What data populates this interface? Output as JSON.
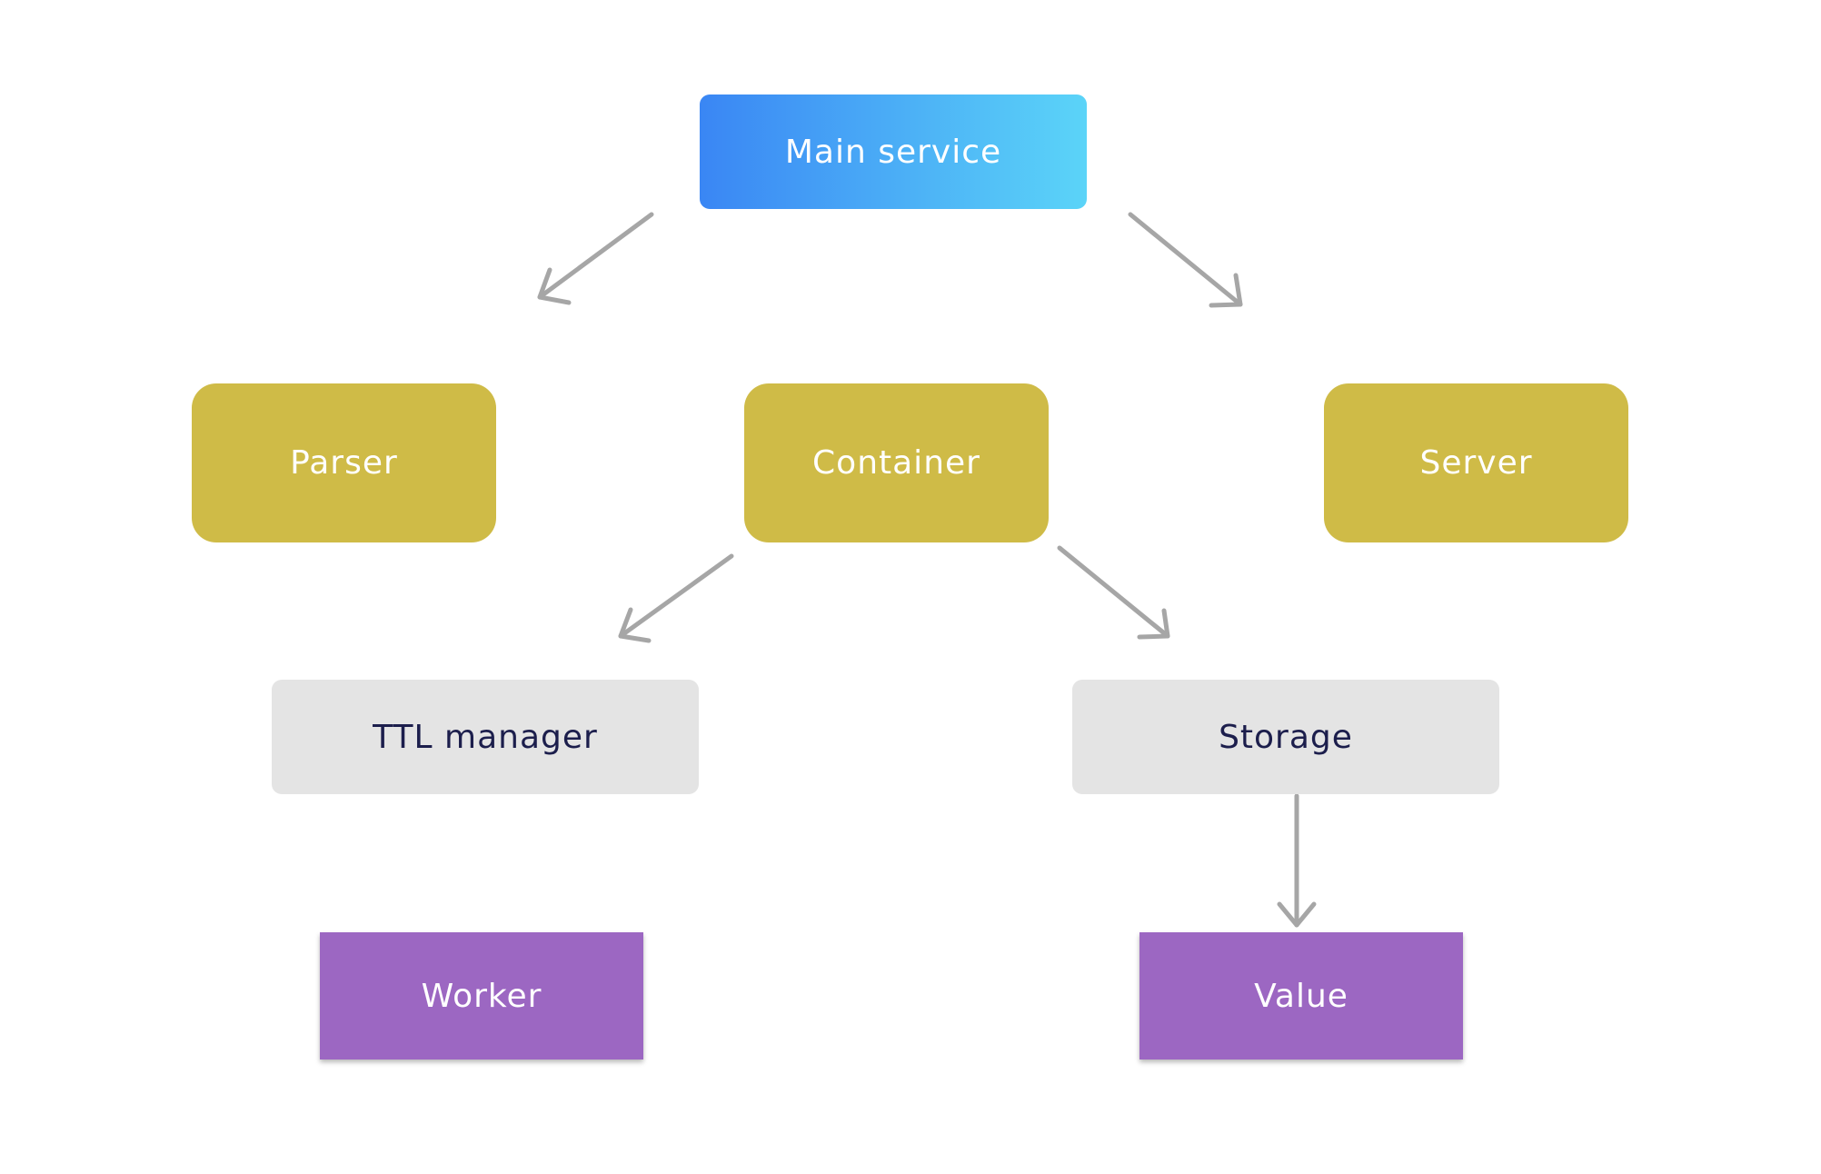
{
  "colors": {
    "main_gradient_start": "#3a86f4",
    "main_gradient_end": "#5bd4f8",
    "olive": "#cfbb47",
    "gray": "#e4e4e4",
    "purple": "#9c67c2",
    "arrow": "#a6a6a6",
    "gray_text": "#1c1e4c"
  },
  "nodes": {
    "main_service": "Main service",
    "parser": "Parser",
    "container": "Container",
    "server": "Server",
    "ttl_manager": "TTL manager",
    "storage": "Storage",
    "worker": "Worker",
    "value": "Value"
  },
  "edges": [
    {
      "from": "main_service",
      "to": "parser"
    },
    {
      "from": "main_service",
      "to": "server"
    },
    {
      "from": "container",
      "to": "ttl_manager"
    },
    {
      "from": "container",
      "to": "storage"
    },
    {
      "from": "storage",
      "to": "value"
    }
  ]
}
